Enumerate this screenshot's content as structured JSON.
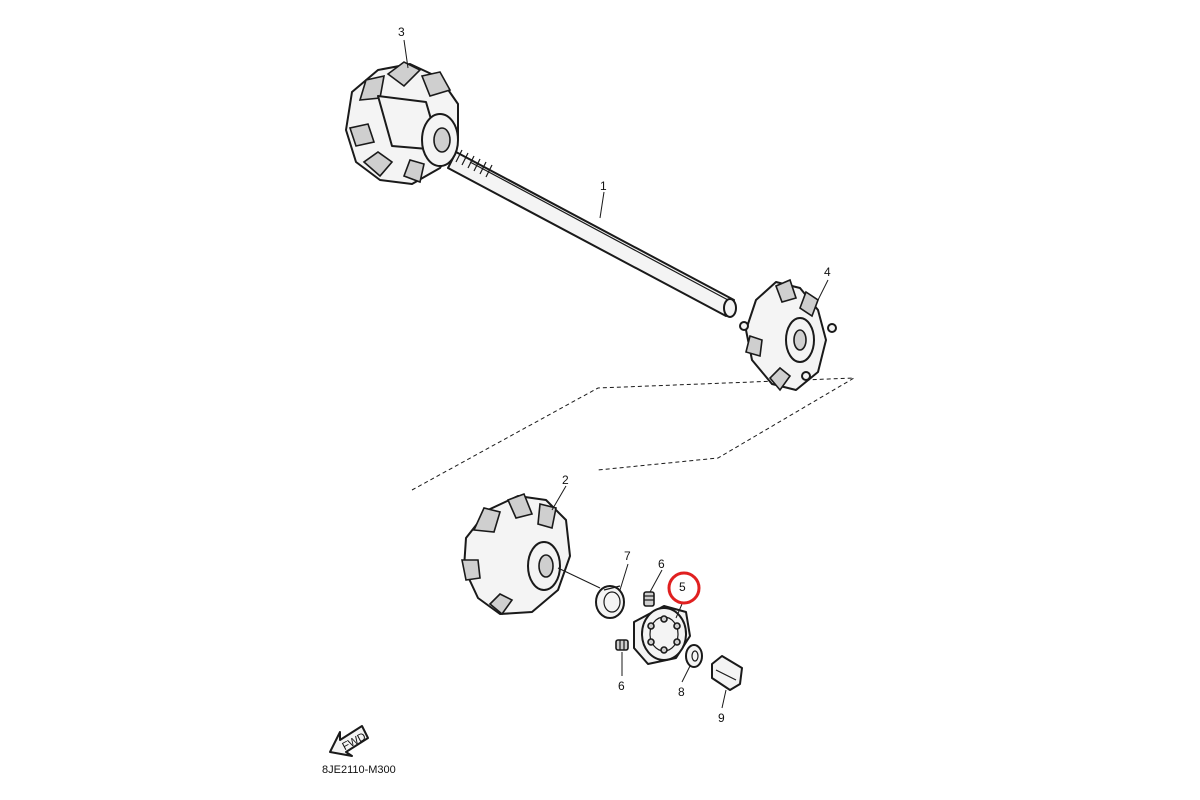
{
  "diagram": {
    "callouts": {
      "c1": "1",
      "c2": "2",
      "c3": "3",
      "c4": "4",
      "c5": "5",
      "c6a": "6",
      "c6b": "6",
      "c7": "7",
      "c8": "8",
      "c9": "9"
    },
    "fwd_label": "FWD",
    "reference_code": "8JE2110-M300",
    "highlight_color": "#e02020"
  }
}
